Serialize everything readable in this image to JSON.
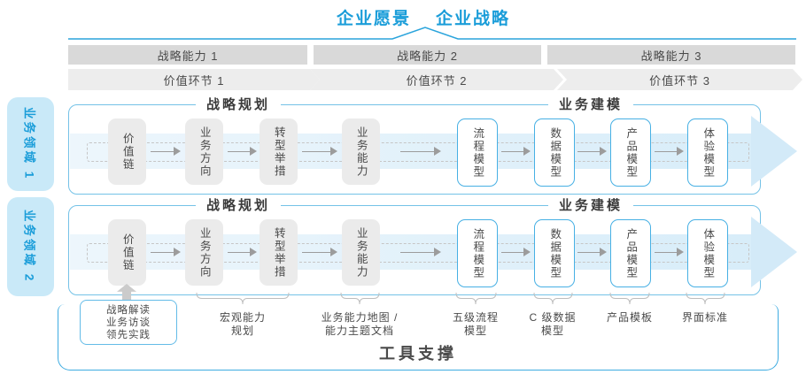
{
  "title": {
    "vision": "企业愿景",
    "strategy": "企业战略"
  },
  "capabilities": [
    {
      "label": "战略能力 1"
    },
    {
      "label": "战略能力 2"
    },
    {
      "label": "战略能力 3"
    }
  ],
  "value_links": [
    {
      "label": "价值环节 1"
    },
    {
      "label": "价值环节 2"
    },
    {
      "label": "价值环节 3"
    }
  ],
  "domains": [
    {
      "label": "业务领域 1"
    },
    {
      "label": "业务领域 2"
    }
  ],
  "sections": {
    "planning": "战略规划",
    "modeling": "业务建模"
  },
  "boxes": [
    {
      "label": "价值链",
      "variant": "gray"
    },
    {
      "label": "业务方向",
      "variant": "gray"
    },
    {
      "label": "转型举措",
      "variant": "gray"
    },
    {
      "label": "业务能力",
      "variant": "gray"
    },
    {
      "label": "流程模型",
      "variant": "blue"
    },
    {
      "label": "数据模型",
      "variant": "blue"
    },
    {
      "label": "产品模型",
      "variant": "blue"
    },
    {
      "label": "体验模型",
      "variant": "blue"
    }
  ],
  "annotations": [
    {
      "boxed": true,
      "lines": [
        "战略解读",
        "业务访谈",
        "领先实践"
      ]
    },
    {
      "boxed": false,
      "lines": [
        "宏观能力",
        "规划"
      ]
    },
    {
      "boxed": false,
      "lines": [
        "业务能力地图 /",
        "能力主题文档"
      ]
    },
    {
      "boxed": false,
      "lines": [
        "五级流程",
        "模型"
      ]
    },
    {
      "boxed": false,
      "lines": [
        "C 级数据",
        "模型"
      ]
    },
    {
      "boxed": false,
      "lines": [
        "产品模板"
      ]
    },
    {
      "boxed": false,
      "lines": [
        "界面标准"
      ]
    }
  ],
  "footer": {
    "label": "工具支撑"
  },
  "colors": {
    "accent_blue": "#1a9dd9",
    "panel_border": "#74c2e7",
    "blue_box_border": "#47b0e4",
    "domain_bg": "#c9e9f8",
    "capability_bar_gray": "#d9d9d9",
    "value_band_gray": "#ededed",
    "stage_box_gray": "#ebebeb",
    "flow_band_blue": "#d8edf9",
    "text_dark": "#4a4a4a"
  }
}
